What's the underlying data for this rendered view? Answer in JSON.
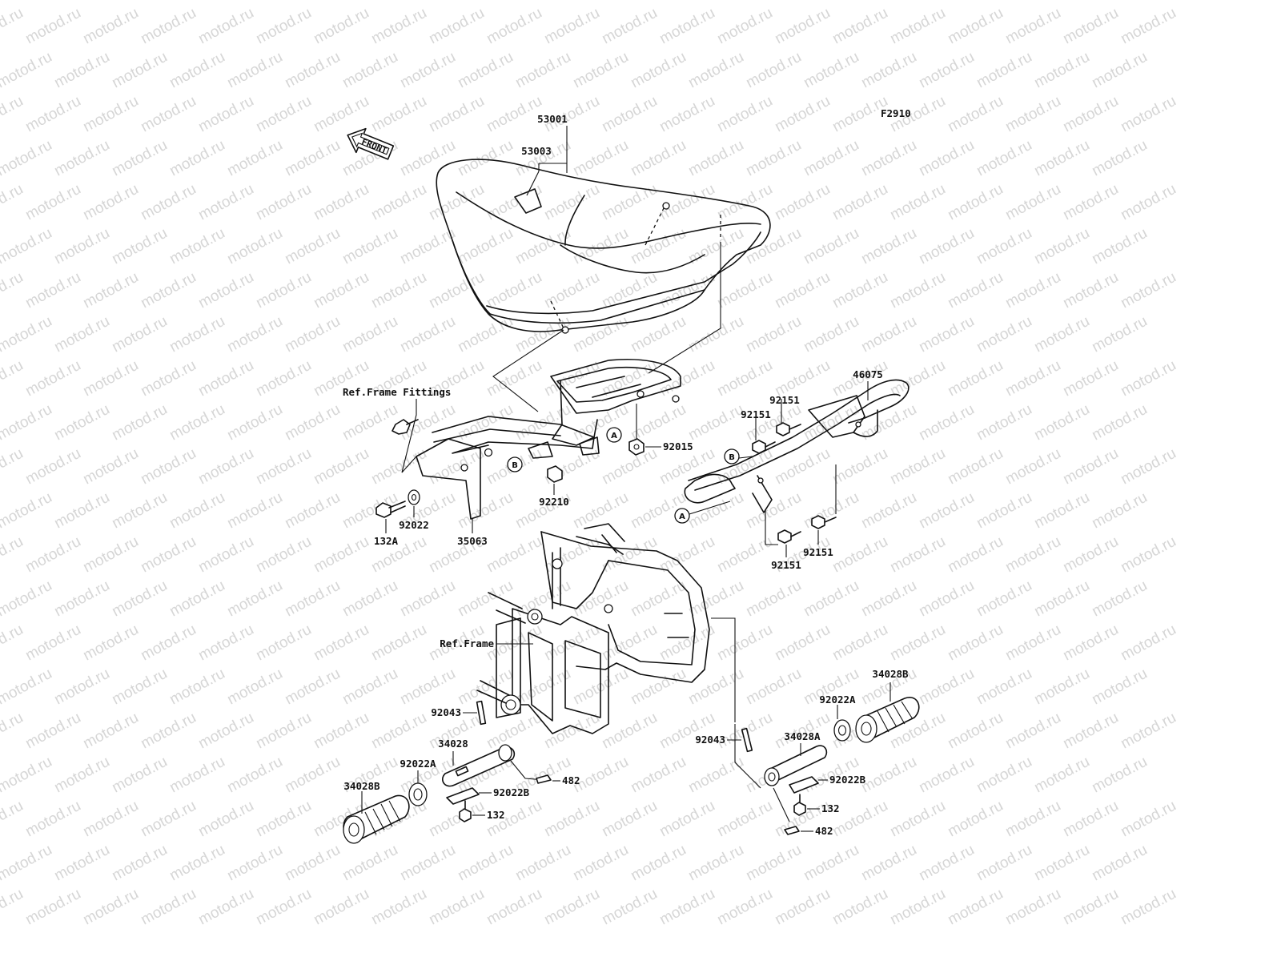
{
  "figure_code": "F2910",
  "watermark_text": "motod.ru",
  "front_arrow_text": "FRONT",
  "ref_labels": {
    "frame_fittings": "Ref.Frame Fittings",
    "frame": "Ref.Frame"
  },
  "circle_markers": {
    "a": "A",
    "b": "B"
  },
  "parts": {
    "seat": "53001",
    "seat_label": "53003",
    "grab_rail": "46075",
    "nut_92015": "92015",
    "bolt_92210": "92210",
    "bolt_92151_a": "92151",
    "bolt_92151_b": "92151",
    "bolt_92151_c": "92151",
    "bolt_92151_d": "92151",
    "washer_92022": "92022",
    "bolt_132a": "132A",
    "bracket_35063": "35063",
    "pin_92043_left": "92043",
    "pin_92043_right": "92043",
    "footpeg_34028": "34028",
    "footpeg_34028a": "34028A",
    "rubber_34028b_left": "34028B",
    "rubber_34028b_right": "34028B",
    "washer_92022a_left": "92022A",
    "washer_92022a_right": "92022A",
    "plate_92022b_left": "92022B",
    "plate_92022b_right": "92022B",
    "bolt_132_left": "132",
    "bolt_132_right": "132",
    "cotter_482_left": "482",
    "cotter_482_right": "482"
  }
}
